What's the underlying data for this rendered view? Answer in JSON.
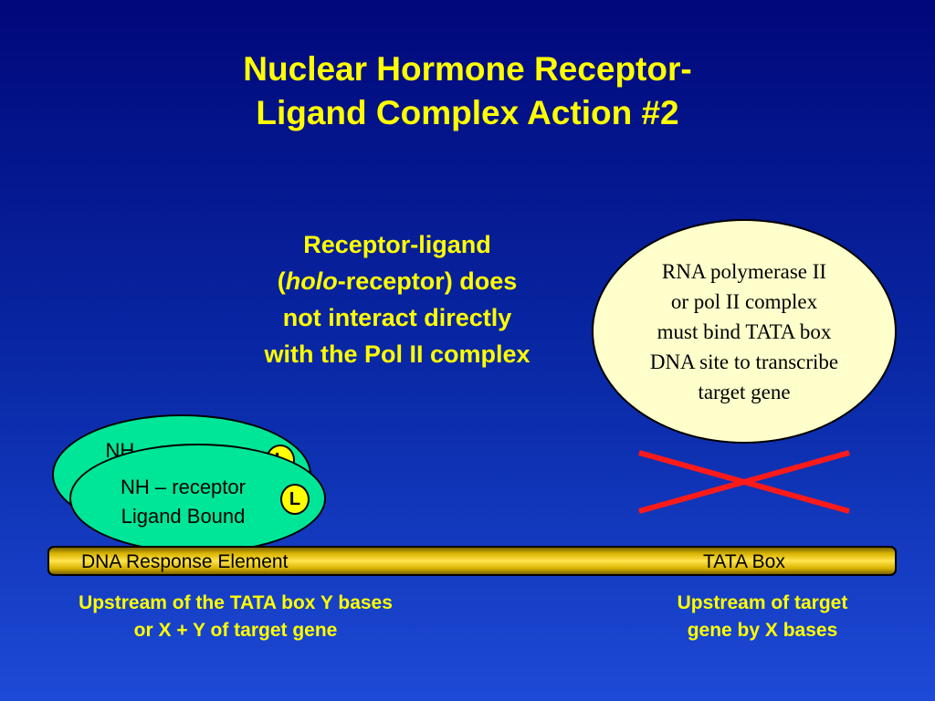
{
  "title": {
    "line1": "Nuclear Hormone Receptor-",
    "line2": "Ligand Complex Action #2"
  },
  "callout": {
    "line1": "Receptor-ligand",
    "line2_open": "(",
    "line2_italic": "holo",
    "line2_rest": "-receptor) does",
    "line3": "not interact directly",
    "line4": "with the Pol II complex"
  },
  "pol_ii": {
    "lines": [
      "RNA polymerase II",
      "or pol II complex",
      "must bind TATA box",
      "DNA site to transcribe",
      "target gene"
    ]
  },
  "receptor_back": {
    "label": "NH – receptor",
    "ligand": "L"
  },
  "receptor_front": {
    "line1": "NH – receptor",
    "line2": "Ligand Bound",
    "ligand": "L"
  },
  "dna": {
    "response_element": "DNA Response Element",
    "tata_box": "TATA Box"
  },
  "notes": {
    "left_line1": "Upstream of the TATA box Y bases",
    "left_line2": "or X + Y of target gene",
    "right_line1": "Upstream of target",
    "right_line2": "gene by X bases"
  },
  "colors": {
    "title_text": "#ffff00",
    "receptor_fill": "#00e699",
    "pol_fill": "#ffffcc",
    "cross": "#ff1a1a",
    "dna_bar": "#ffd700"
  },
  "icons": {
    "cross": "no-interaction-x-icon"
  }
}
